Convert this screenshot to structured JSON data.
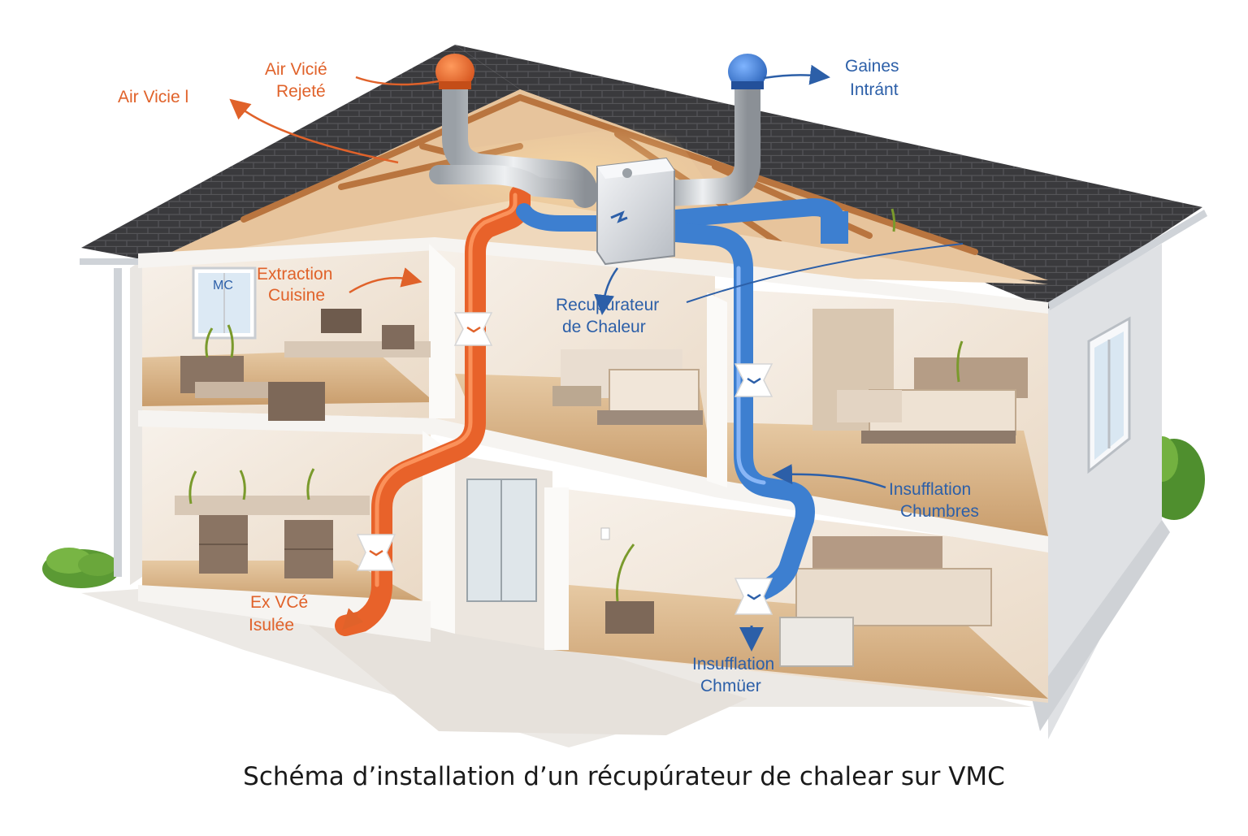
{
  "labels": {
    "air_vicie_rejete": [
      "Air Vicié",
      "Rejeté"
    ],
    "air_vicie_left": "Air Vicie l",
    "gaines_intrant": [
      "Gaines",
      "Intránt"
    ],
    "extraction_cuisine": [
      "Extraction",
      "Cuisine"
    ],
    "recuperateur": [
      "Recupúrateur",
      "de Chaleur"
    ],
    "insufflation_chambres": [
      "Insufflation",
      "Chumbres"
    ],
    "ex_isulee": [
      "Ex VCé",
      "Isulée"
    ],
    "insufflation_chamber": [
      "Insufflation",
      "Chmüer"
    ],
    "window_sign": "MC"
  },
  "caption": "Schéma d’installation d’un récupúrateur de chalear sur VMC",
  "colors": {
    "extract_duct": "#e8622a",
    "supply_duct": "#3d7fd0",
    "label_orange": "#e0622a",
    "label_blue": "#2c5fa8",
    "roof": "#3b3b3e",
    "wall": "#f3efea",
    "floor": "#d9b892",
    "rafter": "#b9753f"
  }
}
